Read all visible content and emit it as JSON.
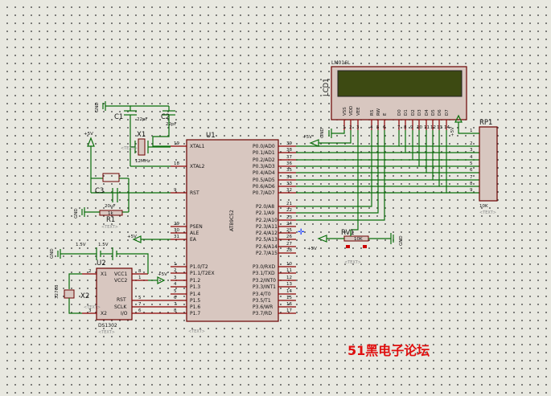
{
  "labels": {
    "vcc": "+5V",
    "gnd": "GND",
    "batt": "1.5V"
  },
  "mcu": {
    "ref": "U1",
    "part": "AT89C52",
    "text_tag": "<TEXT>",
    "left": [
      {
        "num": "19",
        "name": "XTAL1"
      },
      {
        "num": "18",
        "name": "XTAL2"
      },
      {
        "num": "9",
        "name": "RST"
      },
      {
        "num": "29",
        "name": "PSEN"
      },
      {
        "num": "30",
        "name": "ALE"
      },
      {
        "num": "31",
        "name": "EA"
      },
      {
        "num": "1",
        "name": "P1.0/T2"
      },
      {
        "num": "2",
        "name": "P1.1/T2EX"
      },
      {
        "num": "3",
        "name": "P1.2"
      },
      {
        "num": "4",
        "name": "P1.3"
      },
      {
        "num": "5",
        "name": "P1.4"
      },
      {
        "num": "6",
        "name": "P1.5"
      },
      {
        "num": "7",
        "name": "P1.6"
      },
      {
        "num": "8",
        "name": "P1.7"
      }
    ],
    "right": [
      {
        "num": "39",
        "name": "P0.0/AD0"
      },
      {
        "num": "38",
        "name": "P0.1/AD1"
      },
      {
        "num": "37",
        "name": "P0.2/AD2"
      },
      {
        "num": "36",
        "name": "P0.3/AD3"
      },
      {
        "num": "35",
        "name": "P0.4/AD4"
      },
      {
        "num": "34",
        "name": "P0.5/AD5"
      },
      {
        "num": "33",
        "name": "P0.6/AD6"
      },
      {
        "num": "32",
        "name": "P0.7/AD7"
      },
      {
        "num": "21",
        "name": "P2.0/A8"
      },
      {
        "num": "22",
        "name": "P2.1/A9"
      },
      {
        "num": "23",
        "name": "P2.2/A10"
      },
      {
        "num": "24",
        "name": "P2.3/A11"
      },
      {
        "num": "25",
        "name": "P2.4/A12"
      },
      {
        "num": "26",
        "name": "P2.5/A13"
      },
      {
        "num": "27",
        "name": "P2.6/A14"
      },
      {
        "num": "28",
        "name": "P2.7/A15"
      },
      {
        "num": "10",
        "name": "P3.0/RXD"
      },
      {
        "num": "11",
        "name": "P3.1/TXD"
      },
      {
        "num": "12",
        "name": "P3.2/INT0"
      },
      {
        "num": "13",
        "name": "P3.3/INT1"
      },
      {
        "num": "14",
        "name": "P3.4/T0"
      },
      {
        "num": "15",
        "name": "P3.5/T1"
      },
      {
        "num": "16",
        "name": "P3.6/WR"
      },
      {
        "num": "17",
        "name": "P3.7/RD"
      }
    ]
  },
  "lcd": {
    "ref": "LCD1",
    "part": "LM016L",
    "pins": [
      "VSS",
      "VDD",
      "VEE",
      "RS",
      "RW",
      "E",
      "D0",
      "D1",
      "D2",
      "D3",
      "D4",
      "D5",
      "D6",
      "D7"
    ],
    "pin_nums": [
      "1",
      "2",
      "3",
      "4",
      "5",
      "6",
      "7",
      "8",
      "9",
      "10",
      "11",
      "12",
      "13",
      "14"
    ]
  },
  "rp1": {
    "ref": "RP1",
    "value": "10K",
    "text_tag": "<TEXT>",
    "pins": [
      "1",
      "2",
      "3",
      "4",
      "5",
      "6",
      "7",
      "8",
      "9"
    ]
  },
  "rv1": {
    "ref": "RV1",
    "value": "10K",
    "text_tag": "<TEXT>"
  },
  "c1": {
    "ref": "C1",
    "value": "22pF"
  },
  "c2": {
    "ref": "C2",
    "value": "22pF"
  },
  "c3": {
    "ref": "C3",
    "value": "20uF"
  },
  "r1": {
    "ref": "R1",
    "value": "1k",
    "text_tag": "<TEXT>"
  },
  "x1": {
    "ref": "X1",
    "value": "12MHz",
    "text_tag": "<TEXT>"
  },
  "x2": {
    "ref": "X2",
    "value": "32768"
  },
  "rtc": {
    "ref": "U2",
    "part": "DS1302",
    "text_tag": "<TEXT>",
    "pins": [
      "X1",
      "VCC1",
      "VCC2",
      "RST",
      "SCLK",
      "I/O",
      "X2"
    ],
    "nums": [
      "8",
      "1",
      "5",
      "7",
      "6",
      "2",
      "3"
    ]
  },
  "watermark": "51黑电子论坛"
}
